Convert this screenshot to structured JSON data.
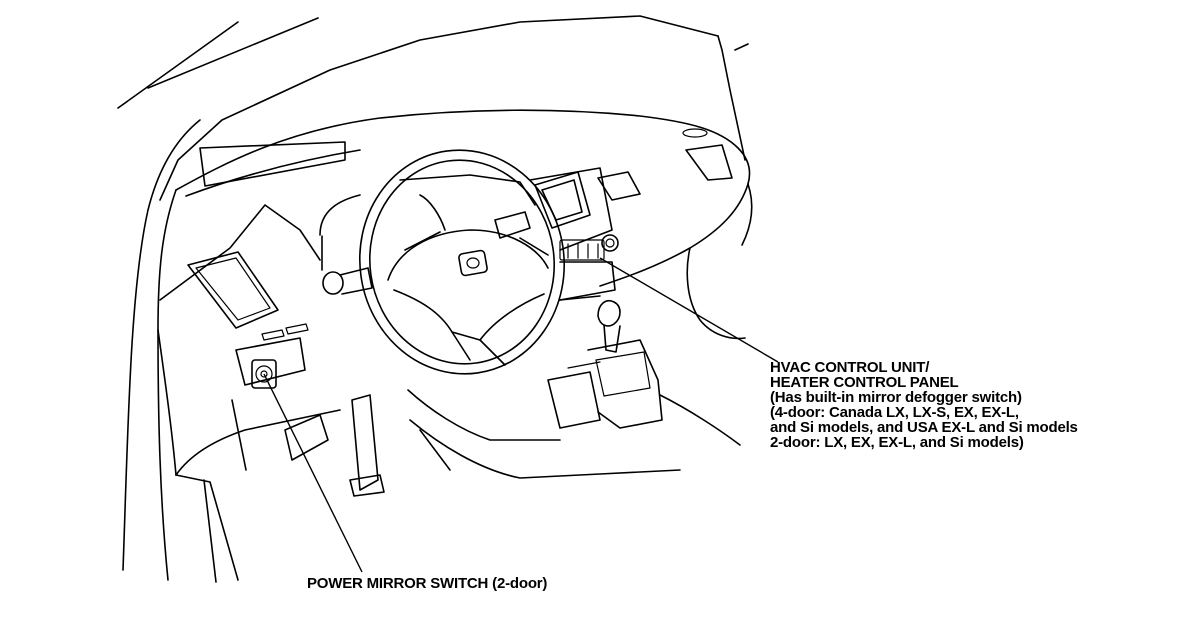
{
  "callouts": {
    "hvac": {
      "lines": [
        "HVAC CONTROL UNIT/",
        "HEATER CONTROL PANEL",
        "(Has built-in mirror defogger switch)",
        "(4-door: Canada LX, LX-S, EX, EX-L,",
        "and Si models, and USA EX-L and Si models",
        "2-door: LX, EX, EX-L, and Si models)"
      ]
    },
    "mirror": {
      "label": "POWER MIRROR SWITCH (2-door)"
    }
  }
}
